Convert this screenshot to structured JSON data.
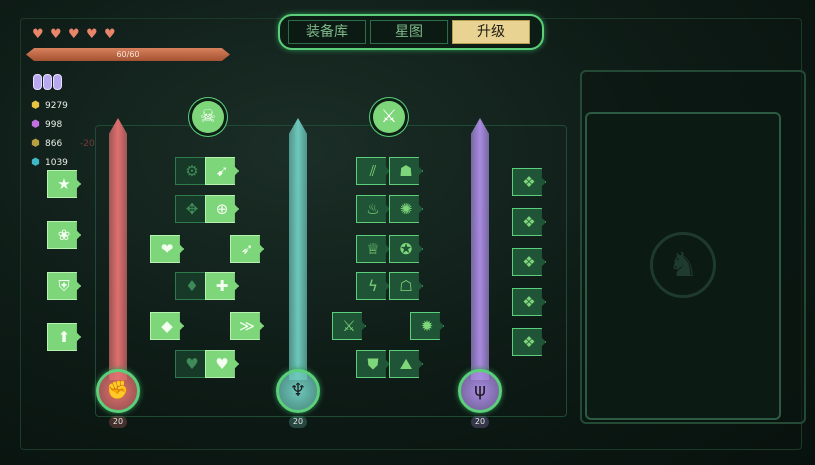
{
  "tabs": [
    {
      "label": "装备库",
      "selected": false
    },
    {
      "label": "星图",
      "selected": false
    },
    {
      "label": "升级",
      "selected": true
    }
  ],
  "player": {
    "hearts": 5,
    "hp_text": "60/60",
    "hp_fraction": 1.0,
    "energy_pills": 3
  },
  "resources": [
    {
      "icon": "gold-star-coin-icon",
      "value": "9279",
      "color": "#e6c440"
    },
    {
      "icon": "purple-gear-icon",
      "value": "998",
      "color": "#c070e0"
    },
    {
      "icon": "circuit-chip-icon",
      "value": "866",
      "color": "#b8a040"
    },
    {
      "icon": "cyan-diamond-icon",
      "value": "1039",
      "color": "#40b8c8"
    }
  ],
  "resource_delta": "-20",
  "trees": [
    {
      "name": "red",
      "color": "#e07070",
      "icon": "fist-icon",
      "level": "20"
    },
    {
      "name": "teal",
      "color": "#6ec8bc",
      "icon": "winged-sword-icon",
      "level": "20"
    },
    {
      "name": "purple",
      "color": "#a88ae0",
      "icon": "claw-icon",
      "level": "20"
    }
  ],
  "emblems": [
    {
      "icon": "skull-icon",
      "glyph": "☠"
    },
    {
      "icon": "sword-emblem-icon",
      "glyph": "⚔"
    }
  ],
  "cards": [
    {
      "icon": "star-icon",
      "glyph": "★",
      "state": "active"
    },
    {
      "icon": "flower-icon",
      "glyph": "❀",
      "state": "active"
    },
    {
      "icon": "shield-wings-icon",
      "glyph": "⛨",
      "state": "active"
    },
    {
      "icon": "box-up-icon",
      "glyph": "⬆",
      "state": "active"
    },
    {
      "icon": "gear-icon",
      "glyph": "⚙",
      "state": "dim"
    },
    {
      "icon": "arrows-icon",
      "glyph": "➹",
      "state": "active"
    },
    {
      "icon": "crosshair-dim-icon",
      "glyph": "✥",
      "state": "dim"
    },
    {
      "icon": "crosshair-icon",
      "glyph": "⊕",
      "state": "active"
    },
    {
      "icon": "heart-shine-icon",
      "glyph": "❤",
      "state": "active"
    },
    {
      "icon": "spears-icon",
      "glyph": "➶",
      "state": "active"
    },
    {
      "icon": "drop-dim-icon",
      "glyph": "♦",
      "state": "dim"
    },
    {
      "icon": "drop-plus-icon",
      "glyph": "✚",
      "state": "active"
    },
    {
      "icon": "diamond-up-icon",
      "glyph": "◆",
      "state": "active"
    },
    {
      "icon": "chevrons-icon",
      "glyph": "≫",
      "state": "active"
    },
    {
      "icon": "heart-dim-icon",
      "glyph": "♥",
      "state": "dim"
    },
    {
      "icon": "heart-plus-icon",
      "glyph": "♥",
      "state": "active"
    },
    {
      "icon": "slash-icon",
      "glyph": "⫽",
      "state": "mid"
    },
    {
      "icon": "demon-icon",
      "glyph": "☗",
      "state": "mid"
    },
    {
      "icon": "flame-icon",
      "glyph": "♨",
      "state": "mid"
    },
    {
      "icon": "gear-star-icon",
      "glyph": "✺",
      "state": "mid"
    },
    {
      "icon": "trophy-icon",
      "glyph": "♕",
      "state": "mid"
    },
    {
      "icon": "medal-icon",
      "glyph": "✪",
      "state": "mid"
    },
    {
      "icon": "lightning-icon",
      "glyph": "ϟ",
      "state": "mid"
    },
    {
      "icon": "robot-icon",
      "glyph": "☖",
      "state": "mid"
    },
    {
      "icon": "crossed-swords-icon",
      "glyph": "⚔",
      "state": "mid"
    },
    {
      "icon": "burst-icon",
      "glyph": "✹",
      "state": "mid"
    },
    {
      "icon": "chevron-shield-icon",
      "glyph": "⛊",
      "state": "mid"
    },
    {
      "icon": "mountain-icon",
      "glyph": "⛰",
      "state": "mid"
    },
    {
      "icon": "knot-icon",
      "glyph": "❖",
      "state": "mid"
    },
    {
      "icon": "knot-icon",
      "glyph": "❖",
      "state": "mid"
    },
    {
      "icon": "knot-icon",
      "glyph": "❖",
      "state": "mid"
    },
    {
      "icon": "knot-icon",
      "glyph": "❖",
      "state": "mid"
    },
    {
      "icon": "knot-icon",
      "glyph": "❖",
      "state": "mid"
    }
  ],
  "detail_panel": {
    "icon": "dragon-crest-icon"
  }
}
